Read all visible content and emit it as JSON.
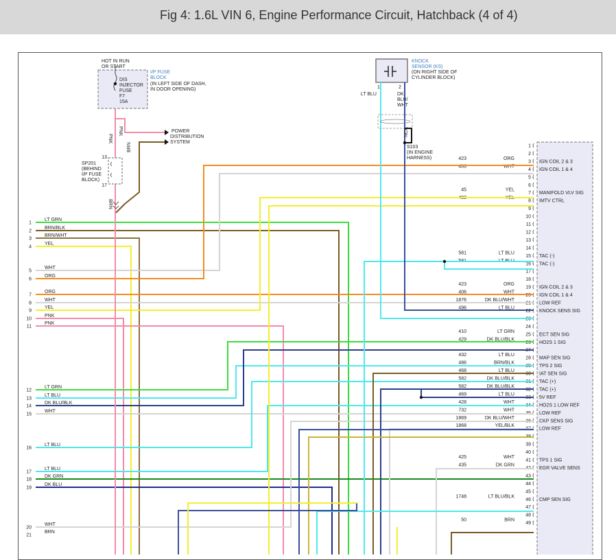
{
  "title": "Fig 4: 1.6L VIN 6, Engine Performance Circuit, Hatchback (4 of 4)",
  "colors": {
    "LT GRN": "#3ddc3d",
    "BRN/BLK": "#7a5a22",
    "BRN/WHT": "#8a7040",
    "YEL": "#f4ee2a",
    "WHT": "#d4d4d4",
    "ORG": "#f08c1e",
    "PNK": "#f58aa8",
    "LT BLU": "#4de8ef",
    "DK BLU/BLK": "#2a3d8a",
    "DK BLU/WHT": "#3a4d9c",
    "YEL/BLK": "#c9b530",
    "DK GRN": "#178a1c",
    "DK BLU": "#1c2c8c",
    "BRN": "#7a5a22"
  },
  "fuse": {
    "supply": [
      "HOT IN RUN",
      "OR START"
    ],
    "name": [
      "DIS",
      "INJECTOR",
      "FUSE",
      "F7",
      "15A"
    ],
    "location_title": [
      "I/P FUSE",
      "BLOCK"
    ],
    "location_note": [
      "(IN LEFT SIDE OF DASH,",
      "IN DOOR OPENING)"
    ]
  },
  "power_dist": [
    "POWER",
    "DISTRIBUTION",
    "SYSTEM"
  ],
  "splice_sp201": {
    "label": [
      "SP201",
      "(BEHIND",
      "I/P FUSE",
      "BLOCK)"
    ],
    "pin_top": "13",
    "pin_bottom": "17"
  },
  "vertical_wire_labels": {
    "pnk_a": "PNK",
    "pnk_b": "PNK",
    "brn_a": "BRN",
    "brn_b": "BRN"
  },
  "knock_sensor": {
    "title": [
      "KNOCK",
      "SENSOR (KS)"
    ],
    "note": [
      "(ON RIGHT SIDE OF",
      "CYLINDER BLOCK)"
    ],
    "pin1": "1",
    "pin2": "2",
    "wire1": "LT BLU",
    "wire2": [
      "DK",
      "BLU/",
      "WHT"
    ],
    "nca": "NCA"
  },
  "splice_s103": {
    "label": [
      "S103",
      "(IN ENGINE",
      "HARNESS)"
    ]
  },
  "left_connector": [
    {
      "pin": "1",
      "color": "LT GRN"
    },
    {
      "pin": "2",
      "color": "BRN/BLK"
    },
    {
      "pin": "3",
      "color": "BRN/WHT"
    },
    {
      "pin": "4",
      "color": "YEL"
    },
    {
      "pin": "5",
      "color": "WHT"
    },
    {
      "pin": "6",
      "color": "ORG"
    },
    {
      "pin": "7",
      "color": "ORG"
    },
    {
      "pin": "8",
      "color": "WHT"
    },
    {
      "pin": "9",
      "color": "YEL"
    },
    {
      "pin": "10",
      "color": "PNK"
    },
    {
      "pin": "11",
      "color": "PNK"
    },
    {
      "pin": "12",
      "color": "LT GRN"
    },
    {
      "pin": "13",
      "color": "LT BLU"
    },
    {
      "pin": "14",
      "color": "DK BLU/BLK"
    },
    {
      "pin": "15",
      "color": "WHT"
    },
    {
      "pin": "16",
      "color": "LT BLU"
    },
    {
      "pin": "17",
      "color": "LT BLU"
    },
    {
      "pin": "18",
      "color": "DK GRN"
    },
    {
      "pin": "19",
      "color": "DK BLU"
    },
    {
      "pin": "20",
      "color": "WHT"
    },
    {
      "pin": "21",
      "color": "BRN"
    }
  ],
  "pcm_pins": [
    {
      "pin": "1",
      "circuit": "",
      "color": "",
      "label": ""
    },
    {
      "pin": "2",
      "circuit": "",
      "color": "",
      "label": ""
    },
    {
      "pin": "3",
      "circuit": "423",
      "color": "ORG",
      "label": "IGN COIL 2 & 3"
    },
    {
      "pin": "4",
      "circuit": "406",
      "color": "WHT",
      "label": "IGN COIL 1 & 4"
    },
    {
      "pin": "5",
      "circuit": "",
      "color": "",
      "label": ""
    },
    {
      "pin": "6",
      "circuit": "",
      "color": "",
      "label": ""
    },
    {
      "pin": "7",
      "circuit": "45",
      "color": "YEL",
      "label": "MANIFOLD VLV SIG"
    },
    {
      "pin": "8",
      "circuit": "492",
      "color": "YEL",
      "label": "IMTV CTRL"
    },
    {
      "pin": "9",
      "circuit": "",
      "color": "",
      "label": ""
    },
    {
      "pin": "10",
      "circuit": "",
      "color": "",
      "label": ""
    },
    {
      "pin": "11",
      "circuit": "",
      "color": "",
      "label": ""
    },
    {
      "pin": "12",
      "circuit": "",
      "color": "",
      "label": ""
    },
    {
      "pin": "13",
      "circuit": "",
      "color": "",
      "label": ""
    },
    {
      "pin": "14",
      "circuit": "",
      "color": "",
      "label": ""
    },
    {
      "pin": "15",
      "circuit": "581",
      "color": "LT BLU",
      "label": "TAC (-)"
    },
    {
      "pin": "16",
      "circuit": "581",
      "color": "LT BLU",
      "label": "TAC (-)"
    },
    {
      "pin": "17",
      "circuit": "",
      "color": "",
      "label": ""
    },
    {
      "pin": "18",
      "circuit": "",
      "color": "",
      "label": ""
    },
    {
      "pin": "19",
      "circuit": "423",
      "color": "ORG",
      "label": "IGN COIL 2 & 3"
    },
    {
      "pin": "20",
      "circuit": "406",
      "color": "WHT",
      "label": "IGN COIL 1 & 4"
    },
    {
      "pin": "21",
      "circuit": "1876",
      "color": "DK BLU/WHT",
      "label": "LOW REF"
    },
    {
      "pin": "22",
      "circuit": "496",
      "color": "LT BLU",
      "label": "KNOCK SENS SIG"
    },
    {
      "pin": "23",
      "circuit": "",
      "color": "",
      "label": ""
    },
    {
      "pin": "24",
      "circuit": "",
      "color": "",
      "label": ""
    },
    {
      "pin": "25",
      "circuit": "410",
      "color": "LT GRN",
      "label": "ECT SEN SIG"
    },
    {
      "pin": "26",
      "circuit": "429",
      "color": "DK BLU/BLK",
      "label": "HO2S 1 SIG"
    },
    {
      "pin": "27",
      "circuit": "",
      "color": "",
      "label": ""
    },
    {
      "pin": "28",
      "circuit": "432",
      "color": "LT BLU",
      "label": "MAP SEN SIG"
    },
    {
      "pin": "29",
      "circuit": "486",
      "color": "BRN/BLK",
      "label": "TPS 2 SIG"
    },
    {
      "pin": "30",
      "circuit": "468",
      "color": "LT BLU",
      "label": "IAT SEN SIG"
    },
    {
      "pin": "31",
      "circuit": "582",
      "color": "DK BLU/BLK",
      "label": "TAC (+)"
    },
    {
      "pin": "32",
      "circuit": "582",
      "color": "DK BLU/BLK",
      "label": "TAC (+)"
    },
    {
      "pin": "33",
      "circuit": "469",
      "color": "LT BLU",
      "label": "5V REF"
    },
    {
      "pin": "34",
      "circuit": "428",
      "color": "WHT",
      "label": "HO2S 1 LOW REF"
    },
    {
      "pin": "35",
      "circuit": "732",
      "color": "WHT",
      "label": "LOW REF"
    },
    {
      "pin": "36",
      "circuit": "1869",
      "color": "DK BLU/WHT",
      "label": "CKP SENS SIG"
    },
    {
      "pin": "37",
      "circuit": "1868",
      "color": "YEL/BLK",
      "label": "LOW REF"
    },
    {
      "pin": "38",
      "circuit": "",
      "color": "",
      "label": ""
    },
    {
      "pin": "39",
      "circuit": "",
      "color": "",
      "label": ""
    },
    {
      "pin": "40",
      "circuit": "",
      "color": "",
      "label": ""
    },
    {
      "pin": "41",
      "circuit": "425",
      "color": "WHT",
      "label": "TPS 1 SIG"
    },
    {
      "pin": "42",
      "circuit": "435",
      "color": "DK GRN",
      "label": "EGR VALVE SENS"
    },
    {
      "pin": "43",
      "circuit": "",
      "color": "",
      "label": ""
    },
    {
      "pin": "44",
      "circuit": "",
      "color": "",
      "label": ""
    },
    {
      "pin": "45",
      "circuit": "",
      "color": "",
      "label": ""
    },
    {
      "pin": "46",
      "circuit": "1748",
      "color": "LT BLU/BLK",
      "label": "CMP SEN SIG"
    },
    {
      "pin": "47",
      "circuit": "",
      "color": "",
      "label": ""
    },
    {
      "pin": "48",
      "circuit": "",
      "color": "",
      "label": ""
    },
    {
      "pin": "49",
      "circuit": "50",
      "color": "BRN",
      "label": ""
    }
  ]
}
